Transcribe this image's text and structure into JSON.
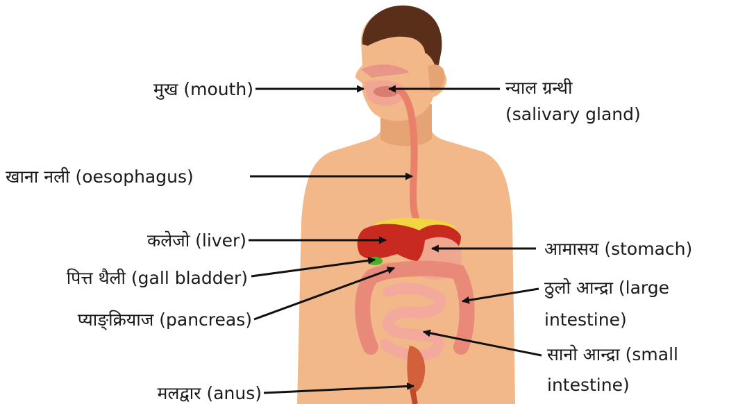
{
  "labels": {
    "mouth": "मुख (mouth)",
    "salivary_line1": "न्याल ग्रन्थी",
    "salivary_line2": "(salivary gland)",
    "oesophagus": "खाना नली (oesophagus)",
    "liver": "कलेजो (liver)",
    "stomach": "आमासय (stomach)",
    "gall_bladder": "पित्त थैली (gall bladder)",
    "large_intestine_line1": "ठुलो आन्द्रा (large",
    "large_intestine_line2": "intestine)",
    "pancreas": "प्याङ्क्रियाज (pancreas)",
    "small_intestine_line1": "सानो आन्द्रा (small",
    "small_intestine_line2": "intestine)",
    "anus": "मलद्वार (anus)"
  },
  "colors": {
    "skin": "#f2b88a",
    "skin_shadow": "#e6a374",
    "hair": "#5a2f1a",
    "mouth_cavity": "#e99587",
    "oesophagus": "#e8806a",
    "liver": "#c82a1f",
    "gall_bladder": "#4caf2a",
    "fat": "#f0d640",
    "stomach": "#f0a78f",
    "pancreas": "#f2a85a",
    "large_intestine": "#e8897a",
    "small_intestine": "#f3a99c",
    "rectum": "#d2603a",
    "pointer": "#111111"
  }
}
